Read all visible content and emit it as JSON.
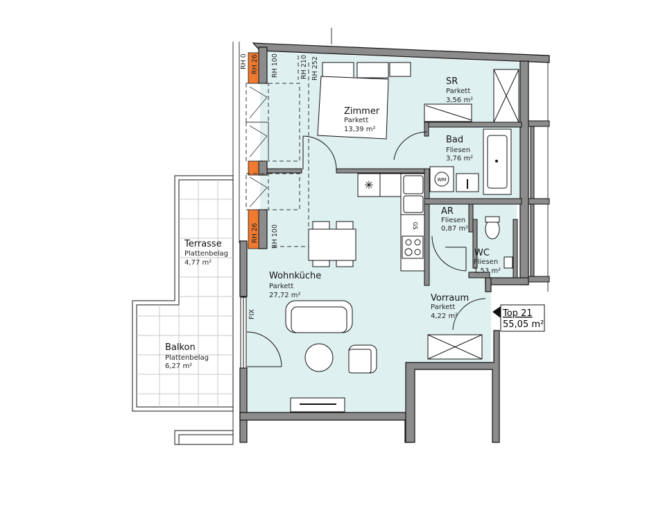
{
  "colors": {
    "room_fill": "#dff0f0",
    "wall": "#8c8c8c",
    "parapet": "#f07a30"
  },
  "rooms": [
    {
      "name": "Zimmer",
      "floor": "Parkett",
      "area": "13,39 m²"
    },
    {
      "name": "SR",
      "floor": "Parkett",
      "area": "3,56 m²"
    },
    {
      "name": "Bad",
      "floor": "Fliesen",
      "area": "3,76 m²"
    },
    {
      "name": "AR",
      "floor": "Fliesen",
      "area": "0,87 m²"
    },
    {
      "name": "WC",
      "floor": "Fliesen",
      "area": "1,53 m²"
    },
    {
      "name": "Wohnküche",
      "floor": "Parkett",
      "area": "27,72 m²"
    },
    {
      "name": "Vorraum",
      "floor": "Parkett",
      "area": "4,22 m²"
    },
    {
      "name": "Terrasse",
      "floor": "Plattenbelag",
      "area": "4,77 m²"
    },
    {
      "name": "Balkon",
      "floor": "Plattenbelag",
      "area": "6,27 m²"
    }
  ],
  "annotations": {
    "rh0": "RH 0",
    "rh26_top": "RH 26",
    "rh100_top": "RH 100",
    "rh210": "RH 210",
    "rh252": "RH 252",
    "rh26_bottom": "RH 26",
    "rh100_bottom": "RH 100",
    "fix": "FIX",
    "gs": "GS",
    "wm": "WM"
  },
  "unit": {
    "name": "Top 21",
    "area": "55,05 m²"
  }
}
